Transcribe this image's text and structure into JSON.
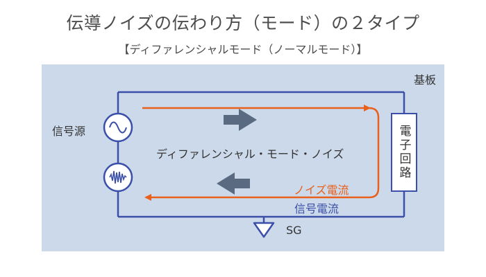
{
  "header": {
    "title": "伝導ノイズの伝わり方（モード）の２タイプ",
    "subtitle": "【ディファレンシャルモード（ノーマルモード）】"
  },
  "diagram": {
    "board_label": "基板",
    "signal_source_label": "信号源",
    "circuit_label": "電子回路",
    "mode_label": "ディファレンシャル・モード・ノイズ",
    "noise_current_label": "ノイズ電流",
    "signal_current_label": "信号電流",
    "ground_label": "SG"
  },
  "colors": {
    "board_fill": "#ccd9ea",
    "wire": "#3b4fa8",
    "noise_current": "#e8601c",
    "direction_arrow": "#5a6a80"
  },
  "icons": [
    "ac-source-icon",
    "noise-source-icon",
    "ground-icon",
    "right-arrow-icon",
    "left-arrow-icon"
  ]
}
